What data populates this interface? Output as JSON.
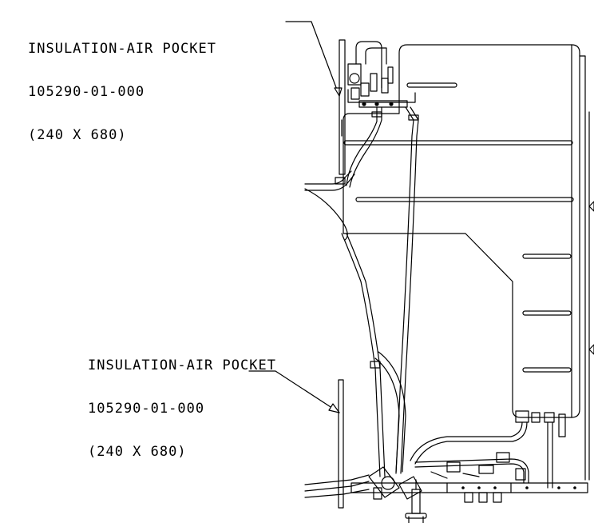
{
  "callouts": [
    {
      "title": "INSULATION-AIR POCKET",
      "part": "105290-01-000",
      "size": "(240 X 680)"
    },
    {
      "title": "INSULATION-AIR POCKET",
      "part": "105290-01-000",
      "size": "(240 X 680)"
    }
  ]
}
